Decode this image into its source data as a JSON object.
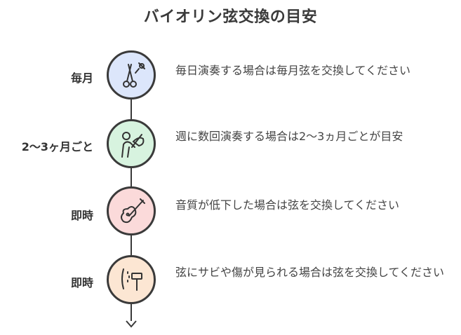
{
  "title": "バイオリン弦交換の目安",
  "steps": [
    {
      "label": "毎月",
      "description": "毎日演奏する場合は毎月弦を交換してください",
      "icon": "scissors-icon",
      "color": "#dce6fb"
    },
    {
      "label": "2〜3ヶ月ごと",
      "description": "週に数回演奏する場合は2〜3ヵ月ごとが目安",
      "icon": "musician-icon",
      "color": "#d7f3df"
    },
    {
      "label": "即時",
      "description": "音質が低下した場合は弦を交換してください",
      "icon": "violin-icon",
      "color": "#fbdada"
    },
    {
      "label": "即時",
      "description": "弦にサビや傷が見られる場合は弦を交換してください",
      "icon": "hammer-icon",
      "color": "#fce6d3"
    }
  ]
}
